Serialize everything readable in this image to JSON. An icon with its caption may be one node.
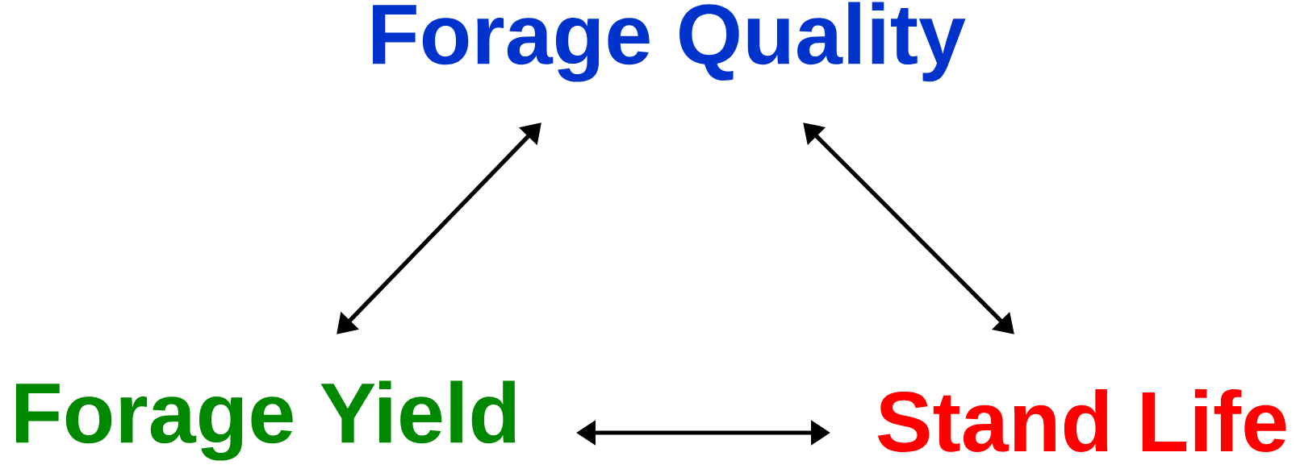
{
  "diagram": {
    "nodes": [
      {
        "text": [
          "Forage Quality"
        ]
      },
      {
        "text": [
          "Forage Yield"
        ]
      },
      {
        "text": [
          "Stand Life"
        ]
      }
    ],
    "edges": [
      {
        "from": 0,
        "to": 1,
        "arrow": "both"
      },
      {
        "from": 0,
        "to": 2,
        "arrow": "both"
      },
      {
        "from": 1,
        "to": 2,
        "arrow": "both"
      }
    ]
  }
}
